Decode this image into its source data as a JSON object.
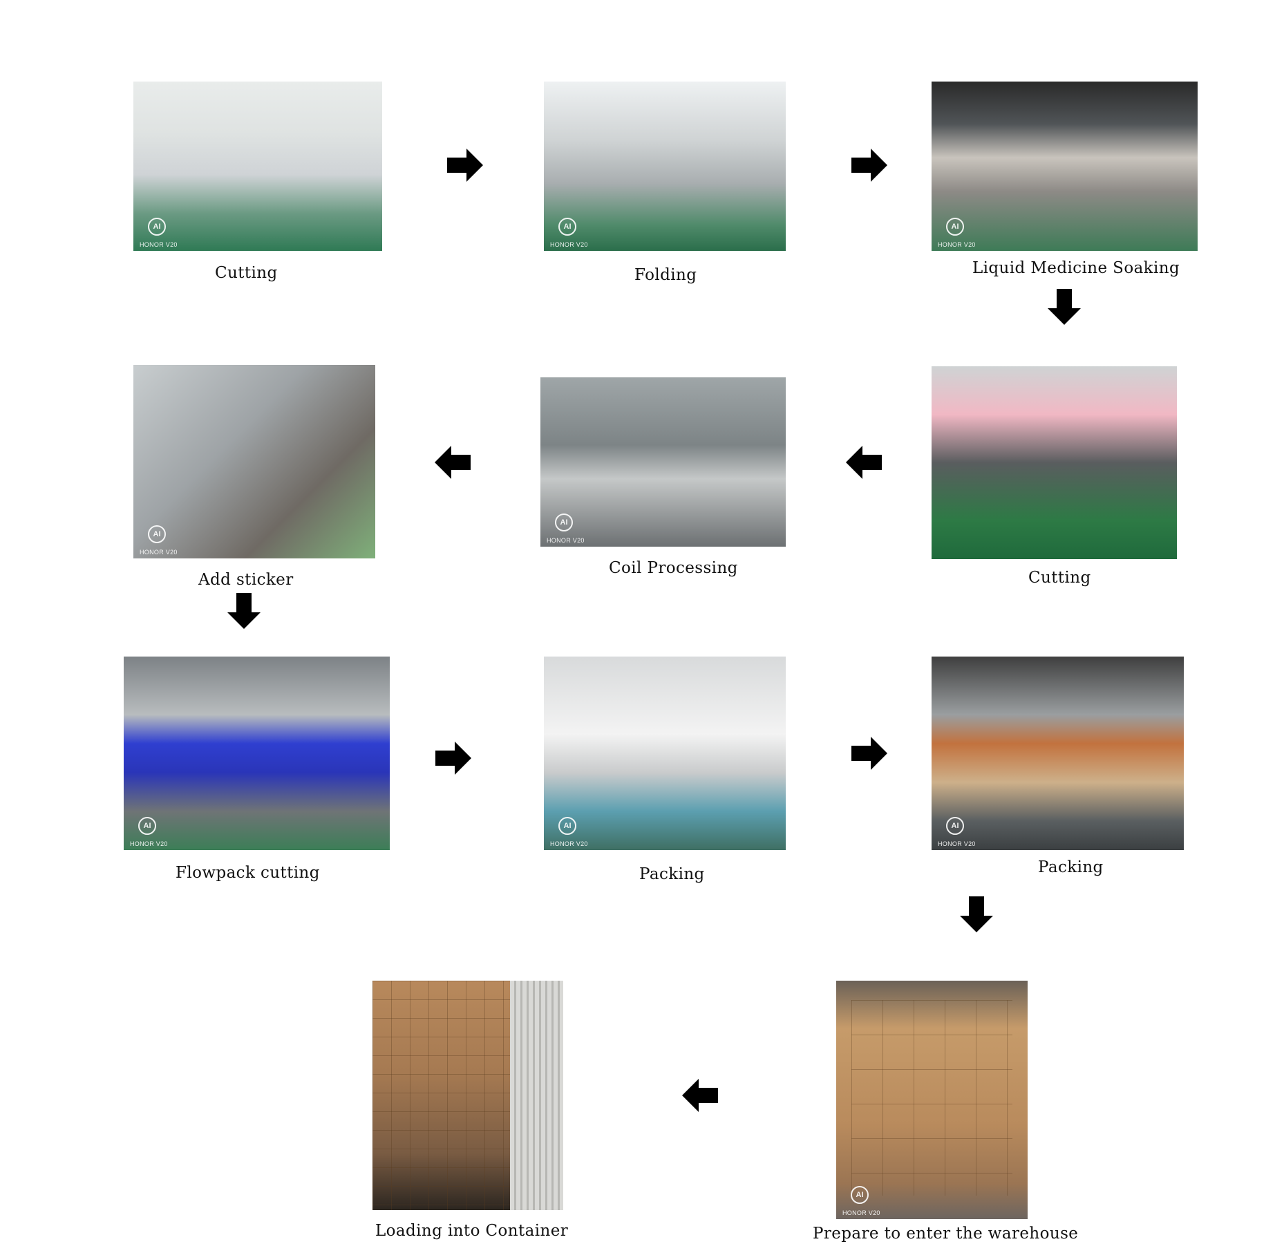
{
  "watermark": {
    "logo": "AI",
    "brand": "HONOR V20"
  },
  "steps": [
    {
      "id": "cutting-1",
      "caption": "Cutting"
    },
    {
      "id": "folding",
      "caption": "Folding"
    },
    {
      "id": "liquid-soaking",
      "caption": "Liquid Medicine Soaking"
    },
    {
      "id": "cutting-2",
      "caption": "Cutting"
    },
    {
      "id": "coil-processing",
      "caption": "Coil Processing"
    },
    {
      "id": "add-sticker",
      "caption": "Add sticker"
    },
    {
      "id": "flowpack-cutting",
      "caption": "Flowpack cutting"
    },
    {
      "id": "packing-1",
      "caption": "Packing"
    },
    {
      "id": "packing-2",
      "caption": "Packing"
    },
    {
      "id": "prepare-warehouse",
      "caption": "Prepare to enter the warehouse"
    },
    {
      "id": "loading-container",
      "caption": "Loading into Container"
    }
  ],
  "arrows": [
    {
      "from": "Cutting",
      "to": "Folding",
      "direction": "right"
    },
    {
      "from": "Folding",
      "to": "Liquid Medicine Soaking",
      "direction": "right"
    },
    {
      "from": "Liquid Medicine Soaking",
      "to": "Cutting",
      "direction": "down"
    },
    {
      "from": "Cutting",
      "to": "Coil Processing",
      "direction": "left"
    },
    {
      "from": "Coil Processing",
      "to": "Add sticker",
      "direction": "left"
    },
    {
      "from": "Add sticker",
      "to": "Flowpack cutting",
      "direction": "down"
    },
    {
      "from": "Flowpack cutting",
      "to": "Packing",
      "direction": "right"
    },
    {
      "from": "Packing",
      "to": "Packing",
      "direction": "right"
    },
    {
      "from": "Packing",
      "to": "Prepare to enter the warehouse",
      "direction": "down"
    },
    {
      "from": "Prepare to enter the warehouse",
      "to": "Loading into Container",
      "direction": "left"
    }
  ],
  "colors": {
    "arrow": "#000000",
    "text": "#111111",
    "background": "#ffffff"
  }
}
